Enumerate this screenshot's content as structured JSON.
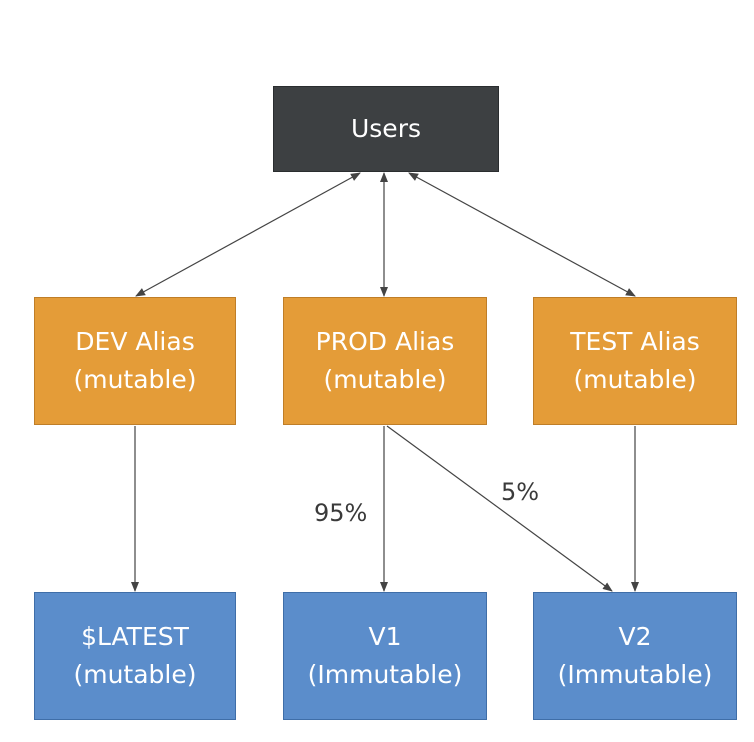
{
  "nodes": {
    "users": {
      "label": "Users"
    },
    "dev_alias": {
      "line1": "DEV Alias",
      "line2": "(mutable)"
    },
    "prod_alias": {
      "line1": "PROD Alias",
      "line2": "(mutable)"
    },
    "test_alias": {
      "line1": "TEST Alias",
      "line2": "(mutable)"
    },
    "latest": {
      "line1": "$LATEST",
      "line2": "(mutable)"
    },
    "v1": {
      "line1": "V1",
      "line2": "(Immutable)"
    },
    "v2": {
      "line1": "V2",
      "line2": "(Immutable)"
    }
  },
  "edges": {
    "prod_to_v1": {
      "label": "95%"
    },
    "prod_to_v2": {
      "label": "5%"
    }
  },
  "colors": {
    "users_fill": "#3d4042",
    "alias_fill": "#e49c38",
    "version_fill": "#5b8dcb",
    "arrow": "#444444"
  }
}
